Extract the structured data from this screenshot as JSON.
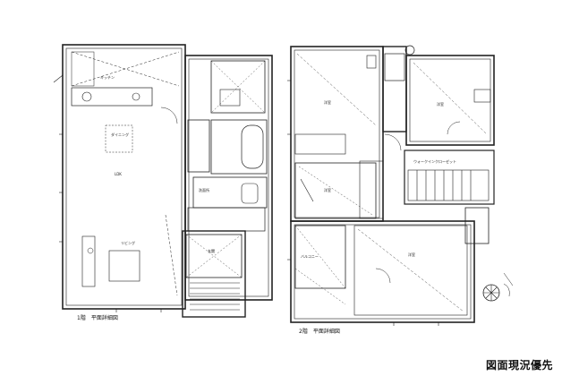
{
  "plans": {
    "floor1": {
      "title": "1階　平面詳細図"
    },
    "floor2": {
      "title": "2階　平面詳細図"
    }
  },
  "rooms": {
    "kitchen": "キッチン",
    "dining": "ダイニング",
    "ldk": "LDK",
    "living": "リビング",
    "washroom": "洗面所",
    "entrance": "玄関",
    "western1": "洋室",
    "western2": "洋室",
    "western3": "洋室",
    "western4": "洋室",
    "walk_in_closet": "ウォークインクローゼット",
    "balcony": "バルコニー"
  },
  "footer": {
    "note": "図面現況優先"
  }
}
